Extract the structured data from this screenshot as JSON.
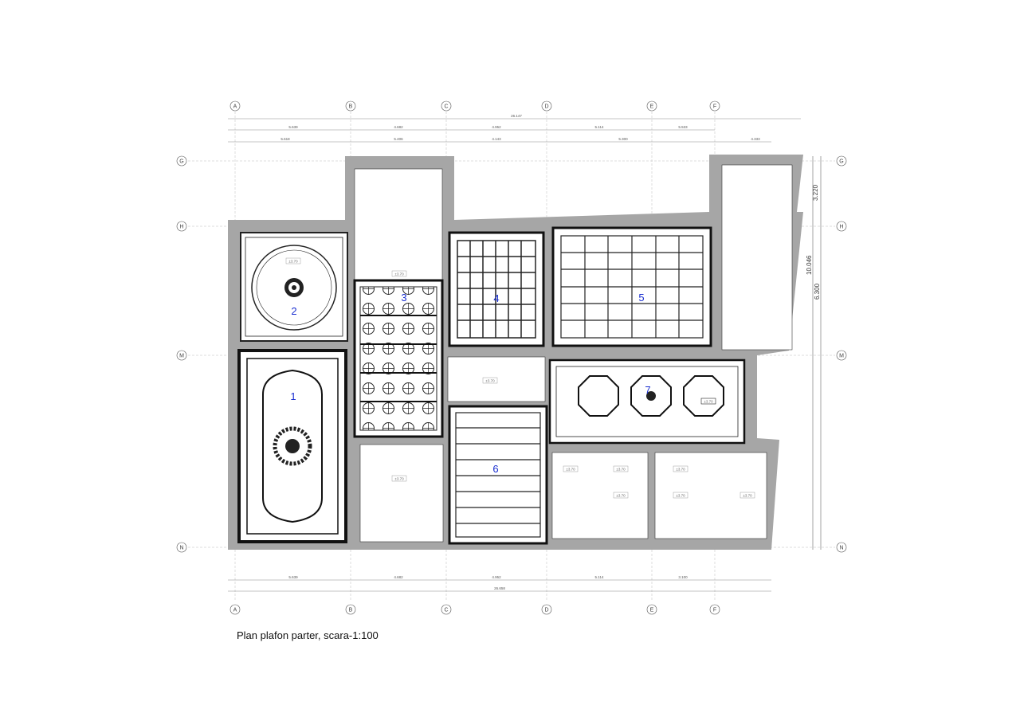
{
  "caption": "Plan plafon parter, scara-1:100",
  "grid_columns": [
    "A",
    "B",
    "C",
    "D",
    "E",
    "F"
  ],
  "grid_rows": [
    "G",
    "H",
    "M",
    "N"
  ],
  "dims_top_total": "26.147",
  "dims_top_row1": [
    "5.639",
    "4.682",
    "4.952",
    "5.114",
    "5.533"
  ],
  "dims_top_row2": [
    "5.618",
    "5.406",
    "4.143",
    "5.300",
    "4.333"
  ],
  "dims_bottom_row": [
    "5.639",
    "4.682",
    "4.952",
    "5.114",
    "3.100"
  ],
  "dims_bottom_total": "26.658",
  "dims_right_outer": [
    "3.220",
    "10.046",
    "6.300"
  ],
  "room_numbers": [
    "1",
    "2",
    "3",
    "4",
    "5",
    "6",
    "7"
  ],
  "height_tag": "±3.70"
}
